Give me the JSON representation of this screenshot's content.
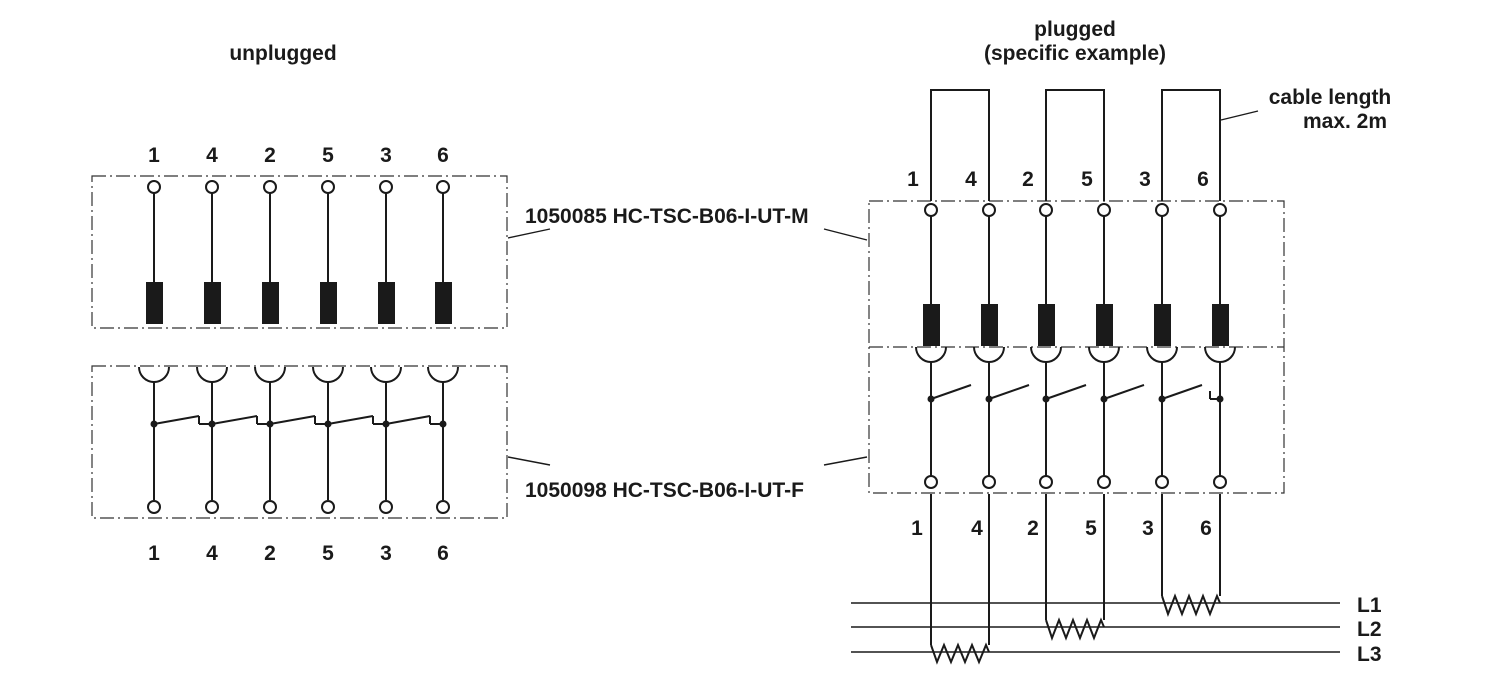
{
  "titles": {
    "unplugged": "unplugged",
    "plugged_line1": "plugged",
    "plugged_line2": "(specific example)"
  },
  "parts": {
    "male": "1050085 HC-TSC-B06-I-UT-M",
    "female": "1050098 HC-TSC-B06-I-UT-F"
  },
  "cable_note": {
    "line1": "cable length",
    "line2": "max. 2m"
  },
  "pins": [
    "1",
    "4",
    "2",
    "5",
    "3",
    "6"
  ],
  "phases": [
    "L1",
    "L2",
    "L3"
  ]
}
